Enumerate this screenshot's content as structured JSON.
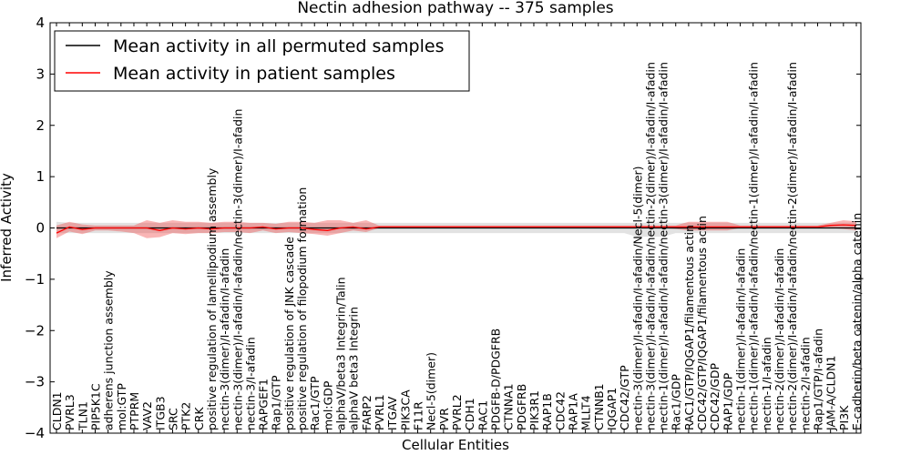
{
  "chart_data": {
    "type": "line",
    "title": "Nectin adhesion pathway -- 375 samples",
    "xlabel": "Cellular Entities",
    "ylabel": "Inferred Activity",
    "ylim": [
      -4,
      4
    ],
    "yticks": [
      -4,
      -3,
      -2,
      -1,
      0,
      1,
      2,
      3,
      4
    ],
    "grid": false,
    "legend_position": "top-left",
    "categories": [
      "CLDN1",
      "PVRL3",
      "TLN1",
      "PIP5K1C",
      "adherens junction assembly",
      "mol:GTP",
      "PTPRM",
      "VAV2",
      "ITGB3",
      "SRC",
      "PTK2",
      "CRK",
      "positive regulation of lamellipodium assembly",
      "nectin-3(dimer)/I-afadin/I-afadin",
      "nectin-3(dimer)/I-afadin/I-afadin/nectin-3(dimer)/I-afadin",
      "nectin-3/I-afadin",
      "RAPGEF1",
      "Rap1/GTP",
      "positive regulation of JNK cascade",
      "positive regulation of filopodium formation",
      "Rac1/GTP",
      "mol:GDP",
      "alphaV/beta3 Integrin/Talin",
      "alphaV beta3 Integrin",
      "FARP2",
      "PVRL1",
      "ITGAV",
      "PIK3CA",
      "F11R",
      "Necl-5(dimer)",
      "PVR",
      "PVRL2",
      "CDH1",
      "RAC1",
      "PDGFB-D/PDGFRB",
      "CTNNA1",
      "PDGFRB",
      "PIK3R1",
      "RAP1B",
      "CDC42",
      "RAP1A",
      "MLLT4",
      "CTNNB1",
      "IQGAP1",
      "CDC42/GTP",
      "nectin-3(dimer)/I-afadin/I-afadin/Necl-5(dimer)",
      "nectin-3(dimer)/I-afadin/I-afadin/nectin-2(dimer)/I-afadin/I-afadin",
      "nectin-1(dimer)/I-afadin/I-afadin/nectin-3(dimer)/I-afadin/I-afadin",
      "Rac1/GDP",
      "RAC1/GTP/IQGAP1/filamentous actin",
      "CDC42/GTP/IQGAP1/filamentous actin",
      "CDC42/GDP",
      "RAP1/GDP",
      "nectin-1(dimer)/I-afadin/I-afadin",
      "nectin-1(dimer)/I-afadin/I-afadin/nectin-1(dimer)/I-afadin/I-afadin",
      "nectin-1/I-afadin",
      "nectin-2(dimer)/I-afadin/I-afadin",
      "nectin-2(dimer)/I-afadin/I-afadin/nectin-2(dimer)/I-afadin/I-afadin",
      "nectin-2/I-afadin",
      "Rap1/GTP/I-afadin",
      "JAM-A/CLDN1",
      "PI3K",
      "E-cadherin/beta catenin/alpha catenin"
    ],
    "series": [
      {
        "name": "Mean activity in all permuted samples",
        "color": "#000000",
        "values": [
          0.0,
          0.0,
          0.0,
          0.0,
          0.0,
          0.0,
          0.0,
          0.0,
          0.0,
          0.0,
          0.0,
          0.0,
          0.0,
          0.0,
          0.0,
          0.0,
          0.0,
          0.0,
          0.0,
          0.0,
          0.0,
          0.0,
          0.0,
          0.0,
          0.0,
          0.0,
          0.0,
          0.0,
          0.0,
          0.0,
          0.0,
          0.0,
          0.0,
          0.0,
          0.0,
          0.0,
          0.0,
          0.0,
          0.0,
          0.0,
          0.0,
          0.0,
          0.0,
          0.0,
          0.0,
          0.0,
          0.0,
          0.0,
          0.0,
          0.0,
          0.0,
          0.0,
          0.0,
          0.0,
          0.0,
          0.0,
          0.0,
          0.0,
          0.0,
          0.0,
          0.0,
          0.0,
          0.0
        ],
        "band_low": [
          -0.1,
          -0.1,
          -0.1,
          -0.1,
          -0.1,
          -0.1,
          -0.1,
          -0.1,
          -0.1,
          -0.1,
          -0.1,
          -0.1,
          -0.1,
          -0.1,
          -0.1,
          -0.1,
          -0.1,
          -0.1,
          -0.1,
          -0.1,
          -0.1,
          -0.1,
          -0.1,
          -0.1,
          -0.1,
          -0.1,
          -0.1,
          -0.1,
          -0.1,
          -0.1,
          -0.1,
          -0.1,
          -0.1,
          -0.1,
          -0.1,
          -0.1,
          -0.1,
          -0.1,
          -0.1,
          -0.1,
          -0.1,
          -0.1,
          -0.1,
          -0.1,
          -0.1,
          -0.17,
          -0.17,
          -0.17,
          -0.1,
          -0.1,
          -0.1,
          -0.1,
          -0.1,
          -0.1,
          -0.1,
          -0.1,
          -0.1,
          -0.1,
          -0.1,
          -0.1,
          -0.1,
          -0.1,
          -0.1
        ],
        "band_high": [
          0.12,
          0.1,
          0.1,
          0.1,
          0.1,
          0.1,
          0.1,
          0.1,
          0.1,
          0.1,
          0.1,
          0.1,
          0.1,
          0.1,
          0.1,
          0.1,
          0.1,
          0.1,
          0.1,
          0.1,
          0.1,
          0.1,
          0.1,
          0.1,
          0.1,
          0.1,
          0.1,
          0.1,
          0.1,
          0.1,
          0.1,
          0.1,
          0.1,
          0.1,
          0.1,
          0.1,
          0.1,
          0.1,
          0.1,
          0.1,
          0.1,
          0.1,
          0.1,
          0.1,
          0.1,
          0.1,
          0.1,
          0.1,
          0.1,
          0.1,
          0.1,
          0.1,
          0.1,
          0.1,
          0.1,
          0.1,
          0.1,
          0.1,
          0.1,
          0.1,
          0.1,
          0.1,
          0.1
        ]
      },
      {
        "name": "Mean activity in patient samples",
        "color": "#ff0000",
        "values": [
          -0.1,
          0.02,
          -0.03,
          0.0,
          0.0,
          0.0,
          0.0,
          0.0,
          -0.05,
          0.0,
          -0.02,
          0.0,
          -0.02,
          0.0,
          0.0,
          0.0,
          0.02,
          -0.02,
          0.0,
          0.0,
          -0.03,
          -0.05,
          0.0,
          0.02,
          -0.02,
          0.02,
          0.02,
          0.02,
          0.02,
          0.02,
          0.02,
          0.02,
          0.02,
          0.02,
          0.02,
          0.02,
          0.02,
          0.02,
          0.02,
          0.02,
          0.02,
          0.02,
          0.02,
          0.02,
          0.02,
          0.02,
          0.02,
          0.02,
          0.02,
          0.02,
          0.02,
          0.02,
          0.02,
          0.02,
          0.02,
          0.02,
          0.02,
          0.02,
          0.02,
          0.02,
          0.05,
          0.06,
          0.05
        ],
        "band_low": [
          -0.2,
          -0.07,
          -0.12,
          -0.05,
          -0.05,
          -0.07,
          -0.1,
          -0.2,
          -0.18,
          -0.1,
          -0.12,
          -0.1,
          -0.1,
          -0.08,
          -0.08,
          -0.1,
          -0.05,
          -0.1,
          -0.08,
          -0.1,
          -0.12,
          -0.15,
          -0.1,
          -0.05,
          -0.08,
          0.0,
          0.0,
          0.0,
          0.0,
          0.0,
          0.0,
          0.0,
          0.0,
          0.0,
          0.0,
          0.0,
          0.0,
          0.0,
          0.0,
          0.0,
          0.0,
          0.0,
          0.0,
          0.0,
          0.0,
          0.0,
          0.0,
          0.0,
          -0.02,
          -0.05,
          -0.05,
          -0.05,
          -0.05,
          0.0,
          0.0,
          0.0,
          0.0,
          0.0,
          0.0,
          0.0,
          0.0,
          -0.02,
          -0.05
        ],
        "band_high": [
          0.05,
          0.12,
          0.07,
          0.05,
          0.05,
          0.05,
          0.05,
          0.15,
          0.1,
          0.15,
          0.12,
          0.12,
          0.1,
          0.12,
          0.12,
          0.1,
          0.1,
          0.08,
          0.12,
          0.12,
          0.1,
          0.15,
          0.15,
          0.1,
          0.15,
          0.05,
          0.05,
          0.05,
          0.05,
          0.05,
          0.05,
          0.05,
          0.05,
          0.05,
          0.05,
          0.05,
          0.05,
          0.05,
          0.05,
          0.05,
          0.05,
          0.05,
          0.05,
          0.05,
          0.05,
          0.05,
          0.05,
          0.05,
          0.05,
          0.12,
          0.12,
          0.12,
          0.12,
          0.05,
          0.05,
          0.05,
          0.05,
          0.05,
          0.05,
          0.05,
          0.1,
          0.15,
          0.13
        ]
      }
    ]
  }
}
